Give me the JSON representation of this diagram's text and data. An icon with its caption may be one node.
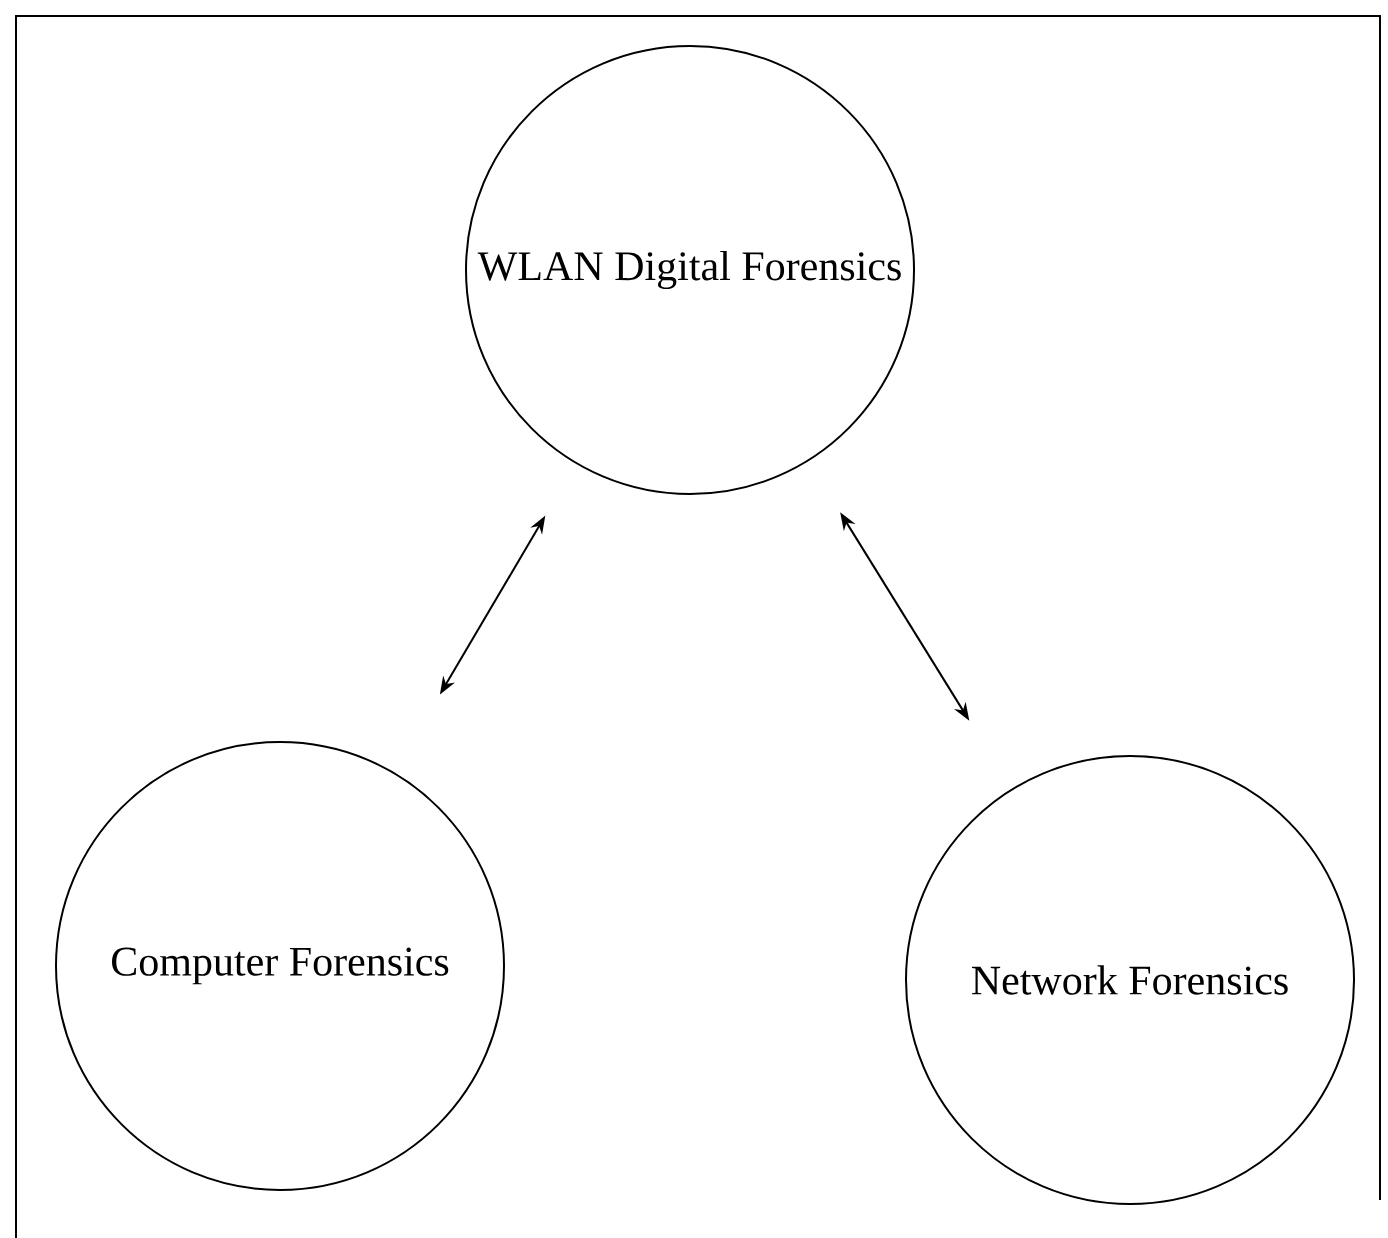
{
  "diagram": {
    "nodes": [
      {
        "text": [
          "WLAN Digital Forensics"
        ]
      },
      {
        "text": [
          "Computer Forensics"
        ]
      },
      {
        "text": [
          "Network Forensics"
        ]
      }
    ],
    "edges": [
      {
        "from": 0,
        "to": 1,
        "arrow": "both"
      },
      {
        "from": 0,
        "to": 2,
        "arrow": "both"
      }
    ]
  }
}
